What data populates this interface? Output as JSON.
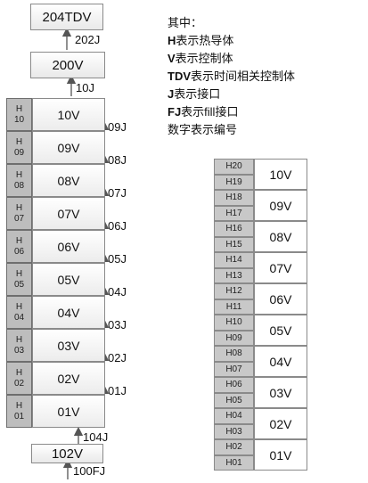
{
  "top": {
    "tdv": "204TDV",
    "v200": "200V",
    "bottom": "102V"
  },
  "joints": {
    "j202": "202J",
    "j10": "10J",
    "j104": "104J",
    "j100fj": "100FJ"
  },
  "legend": [
    {
      "key": "",
      "text": "其中："
    },
    {
      "key": "H",
      "text": "表示热导体"
    },
    {
      "key": "V",
      "text": "表示控制体"
    },
    {
      "key": "TDV",
      "text": "表示时间相关控制体"
    },
    {
      "key": "J",
      "text": "表示接口"
    },
    {
      "key": "FJ",
      "text": "表示fill接口"
    },
    {
      "key": "",
      "text": "数字表示编号"
    }
  ],
  "left_stack": [
    {
      "h_top": "H",
      "h_num": "10",
      "v": "10V",
      "j": "09J"
    },
    {
      "h_top": "H",
      "h_num": "09",
      "v": "09V",
      "j": "08J"
    },
    {
      "h_top": "H",
      "h_num": "08",
      "v": "08V",
      "j": "07J"
    },
    {
      "h_top": "H",
      "h_num": "07",
      "v": "07V",
      "j": "06J"
    },
    {
      "h_top": "H",
      "h_num": "06",
      "v": "06V",
      "j": "05J"
    },
    {
      "h_top": "H",
      "h_num": "05",
      "v": "05V",
      "j": "04J"
    },
    {
      "h_top": "H",
      "h_num": "04",
      "v": "04V",
      "j": "03J"
    },
    {
      "h_top": "H",
      "h_num": "03",
      "v": "03V",
      "j": "02J"
    },
    {
      "h_top": "H",
      "h_num": "02",
      "v": "02V",
      "j": "01J"
    },
    {
      "h_top": "H",
      "h_num": "01",
      "v": "01V",
      "j": ""
    }
  ],
  "right_stack": [
    {
      "h_upper": "H20",
      "h_lower": "H19",
      "v": "10V"
    },
    {
      "h_upper": "H18",
      "h_lower": "H17",
      "v": "09V"
    },
    {
      "h_upper": "H16",
      "h_lower": "H15",
      "v": "08V"
    },
    {
      "h_upper": "H14",
      "h_lower": "H13",
      "v": "07V"
    },
    {
      "h_upper": "H12",
      "h_lower": "H11",
      "v": "06V"
    },
    {
      "h_upper": "H10",
      "h_lower": "H09",
      "v": "05V"
    },
    {
      "h_upper": "H08",
      "h_lower": "H07",
      "v": "04V"
    },
    {
      "h_upper": "H06",
      "h_lower": "H05",
      "v": "03V"
    },
    {
      "h_upper": "H04",
      "h_lower": "H03",
      "v": "02V"
    },
    {
      "h_upper": "H02",
      "h_lower": "H01",
      "v": "01V"
    }
  ]
}
